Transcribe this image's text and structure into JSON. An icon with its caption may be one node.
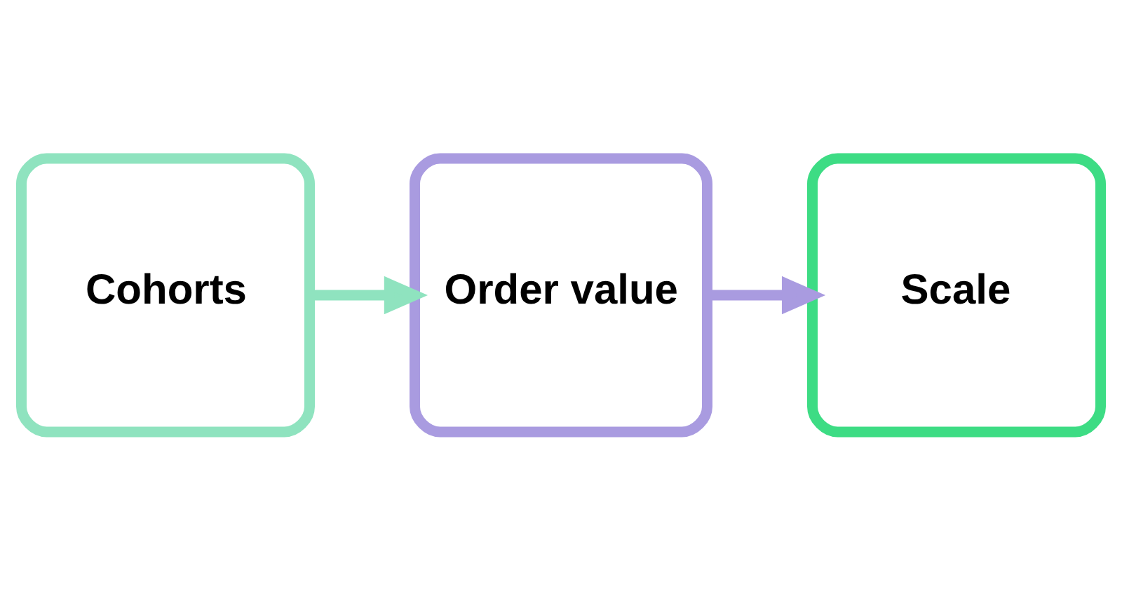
{
  "diagram": {
    "nodes": [
      {
        "text": [
          "Cohorts"
        ]
      },
      {
        "text": [
          "Order value"
        ]
      },
      {
        "text": [
          "Scale"
        ]
      }
    ],
    "edges": [
      {
        "from": 0,
        "to": 1,
        "arrow": "to",
        "color": "#8fe3bf"
      },
      {
        "from": 1,
        "to": 2,
        "arrow": "to",
        "color": "#a99be0"
      }
    ]
  }
}
